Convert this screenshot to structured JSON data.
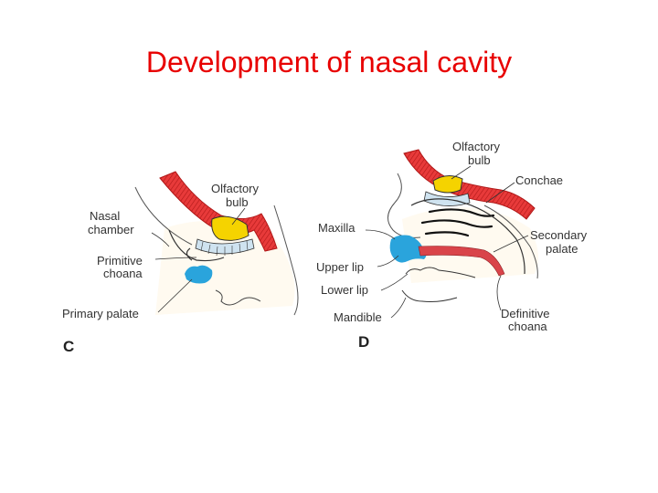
{
  "title": "Development of nasal cavity",
  "colors": {
    "title": "#e80000",
    "epithelium": "#e83a3a",
    "olfactory_bulb": "#f5d300",
    "tissue_blue": "#2aa4dc",
    "palate": "#d9444a",
    "outline": "#333333"
  },
  "panel_c": {
    "letter": "C",
    "labels": {
      "olfactory_bulb_1": "Olfactory",
      "olfactory_bulb_2": "bulb",
      "nasal_chamber_1": "Nasal",
      "nasal_chamber_2": "chamber",
      "primitive_choana_1": "Primitive",
      "primitive_choana_2": "choana",
      "primary_palate": "Primary palate"
    }
  },
  "panel_d": {
    "letter": "D",
    "labels": {
      "olfactory_bulb_1": "Olfactory",
      "olfactory_bulb_2": "bulb",
      "conchae": "Conchae",
      "maxilla": "Maxilla",
      "secondary_palate_1": "Secondary",
      "secondary_palate_2": "palate",
      "upper_lip": "Upper lip",
      "lower_lip": "Lower lip",
      "mandible": "Mandible",
      "definitive_choana_1": "Definitive",
      "definitive_choana_2": "choana"
    }
  }
}
